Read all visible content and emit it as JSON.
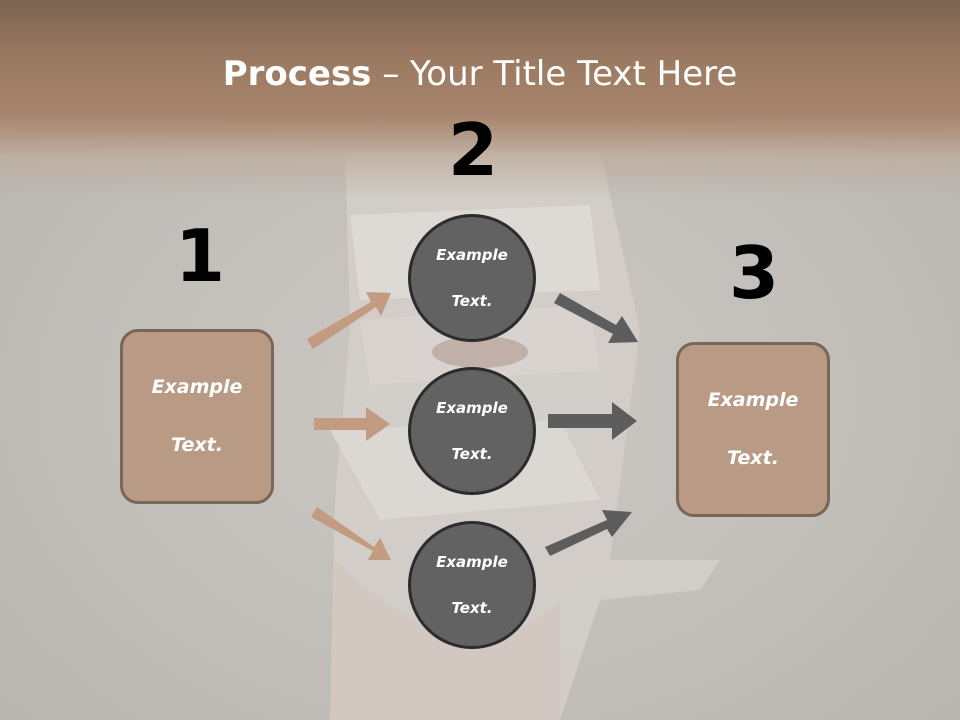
{
  "title": {
    "bold": "Process",
    "rest": " – Your Title Text Here"
  },
  "steps": [
    {
      "number": "1"
    },
    {
      "number": "2"
    },
    {
      "number": "3"
    }
  ],
  "left_box": {
    "line1": "Example",
    "line2": "Text."
  },
  "right_box": {
    "line1": "Example",
    "line2": "Text."
  },
  "circles": [
    {
      "line1": "Example",
      "line2": "Text."
    },
    {
      "line1": "Example",
      "line2": "Text."
    },
    {
      "line1": "Example",
      "line2": "Text."
    }
  ],
  "colors": {
    "title_band": "#a8856d",
    "box_fill": "#b89a85",
    "box_border": "#7a6657",
    "circle_fill": "#636262",
    "circle_border": "#2c2c2c",
    "arrow_left": "#c39b80",
    "arrow_right": "#5d5d5d"
  }
}
